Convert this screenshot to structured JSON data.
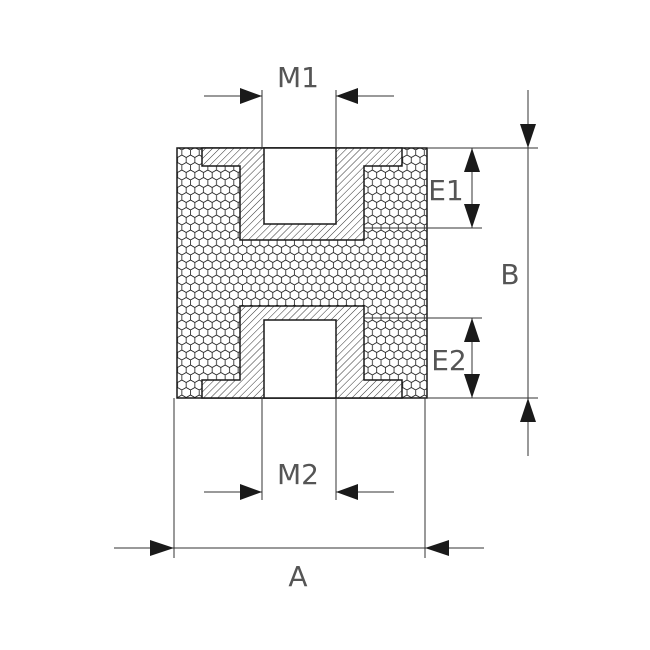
{
  "labels": {
    "m1": "M1",
    "m2": "M2",
    "e1": "E1",
    "e2": "E2",
    "a": "A",
    "b": "B"
  },
  "colors": {
    "line": "#1a1a1a",
    "dimension": "#333333",
    "text": "#555555",
    "background": "#ffffff"
  }
}
